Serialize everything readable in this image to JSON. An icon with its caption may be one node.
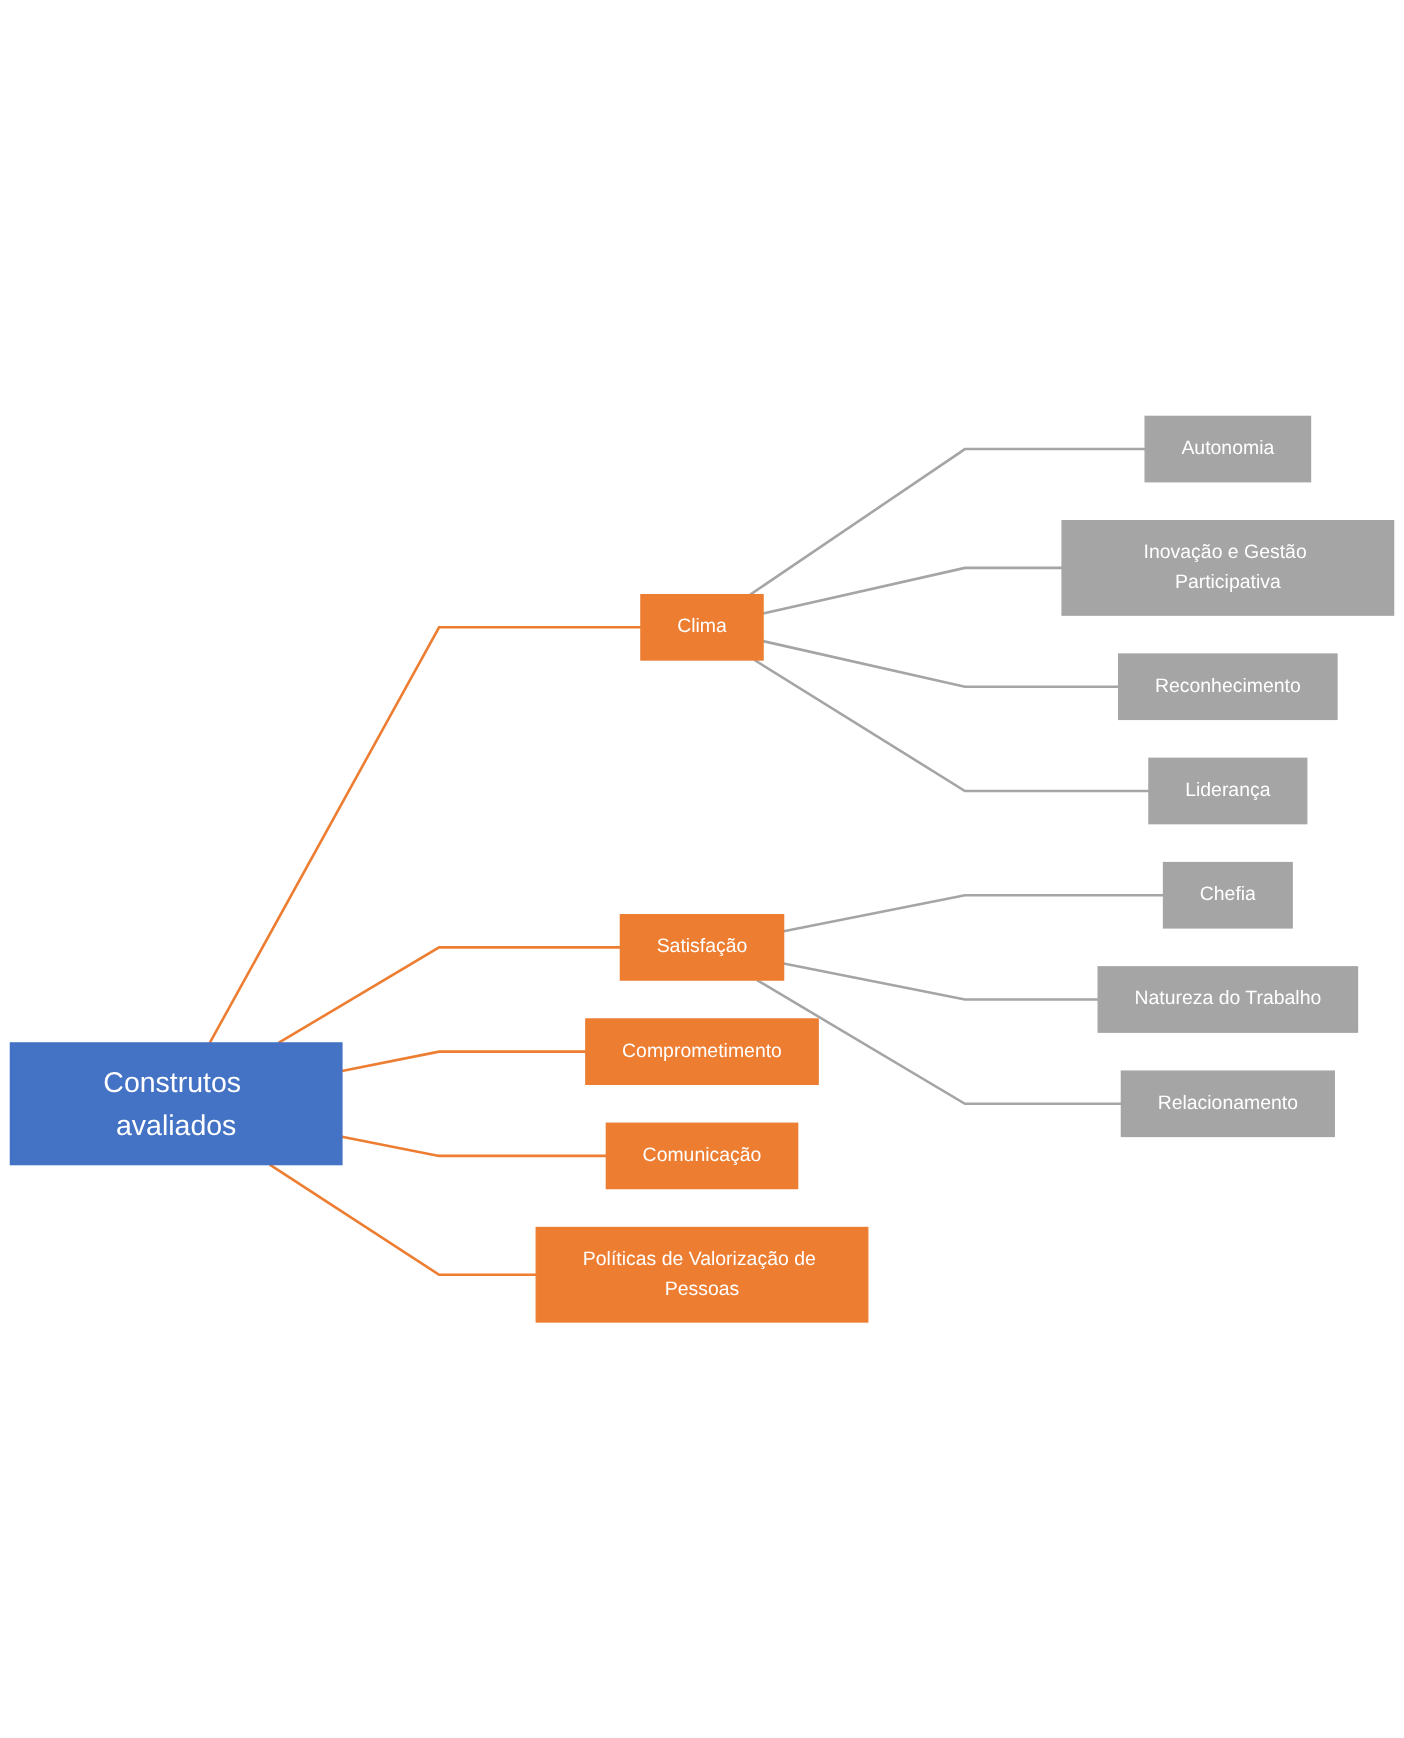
{
  "diagram": {
    "nodes": [
      {
        "text": [
          "Construtos avaliados"
        ]
      },
      {
        "text": [
          "Clima"
        ]
      },
      {
        "text": [
          "Autonomia"
        ]
      },
      {
        "text": [
          "Inovação e Gestão Participativa"
        ]
      },
      {
        "text": [
          "Reconhecimento"
        ]
      },
      {
        "text": [
          "Liderança"
        ]
      },
      {
        "text": [
          "Satisfação"
        ]
      },
      {
        "text": [
          "Chefia"
        ]
      },
      {
        "text": [
          "Natureza do Trabalho"
        ]
      },
      {
        "text": [
          "Relacionamento"
        ]
      },
      {
        "text": [
          "Comprometimento"
        ]
      },
      {
        "text": [
          "Comunicação"
        ]
      },
      {
        "text": [
          "Políticas de Valorização de Pessoas"
        ]
      }
    ],
    "edges": [
      {
        "from": 0,
        "to": 1,
        "arrow": "none",
        "color": "#ed7d31"
      },
      {
        "from": 1,
        "to": 2,
        "arrow": "none"
      },
      {
        "from": 1,
        "to": 3,
        "arrow": "none"
      },
      {
        "from": 1,
        "to": 4,
        "arrow": "none"
      },
      {
        "from": 1,
        "to": 5,
        "arrow": "none"
      },
      {
        "from": 0,
        "to": 6,
        "arrow": "none",
        "color": "#ed7d31"
      },
      {
        "from": 6,
        "to": 7,
        "arrow": "none"
      },
      {
        "from": 6,
        "to": 8,
        "arrow": "none"
      },
      {
        "from": 6,
        "to": 9,
        "arrow": "none"
      },
      {
        "from": 0,
        "to": 10,
        "arrow": "none",
        "color": "#ed7d31"
      },
      {
        "from": 0,
        "to": 11,
        "arrow": "none",
        "color": "#ed7d31"
      },
      {
        "from": 0,
        "to": 12,
        "arrow": "none",
        "color": "#ed7d31"
      }
    ]
  }
}
